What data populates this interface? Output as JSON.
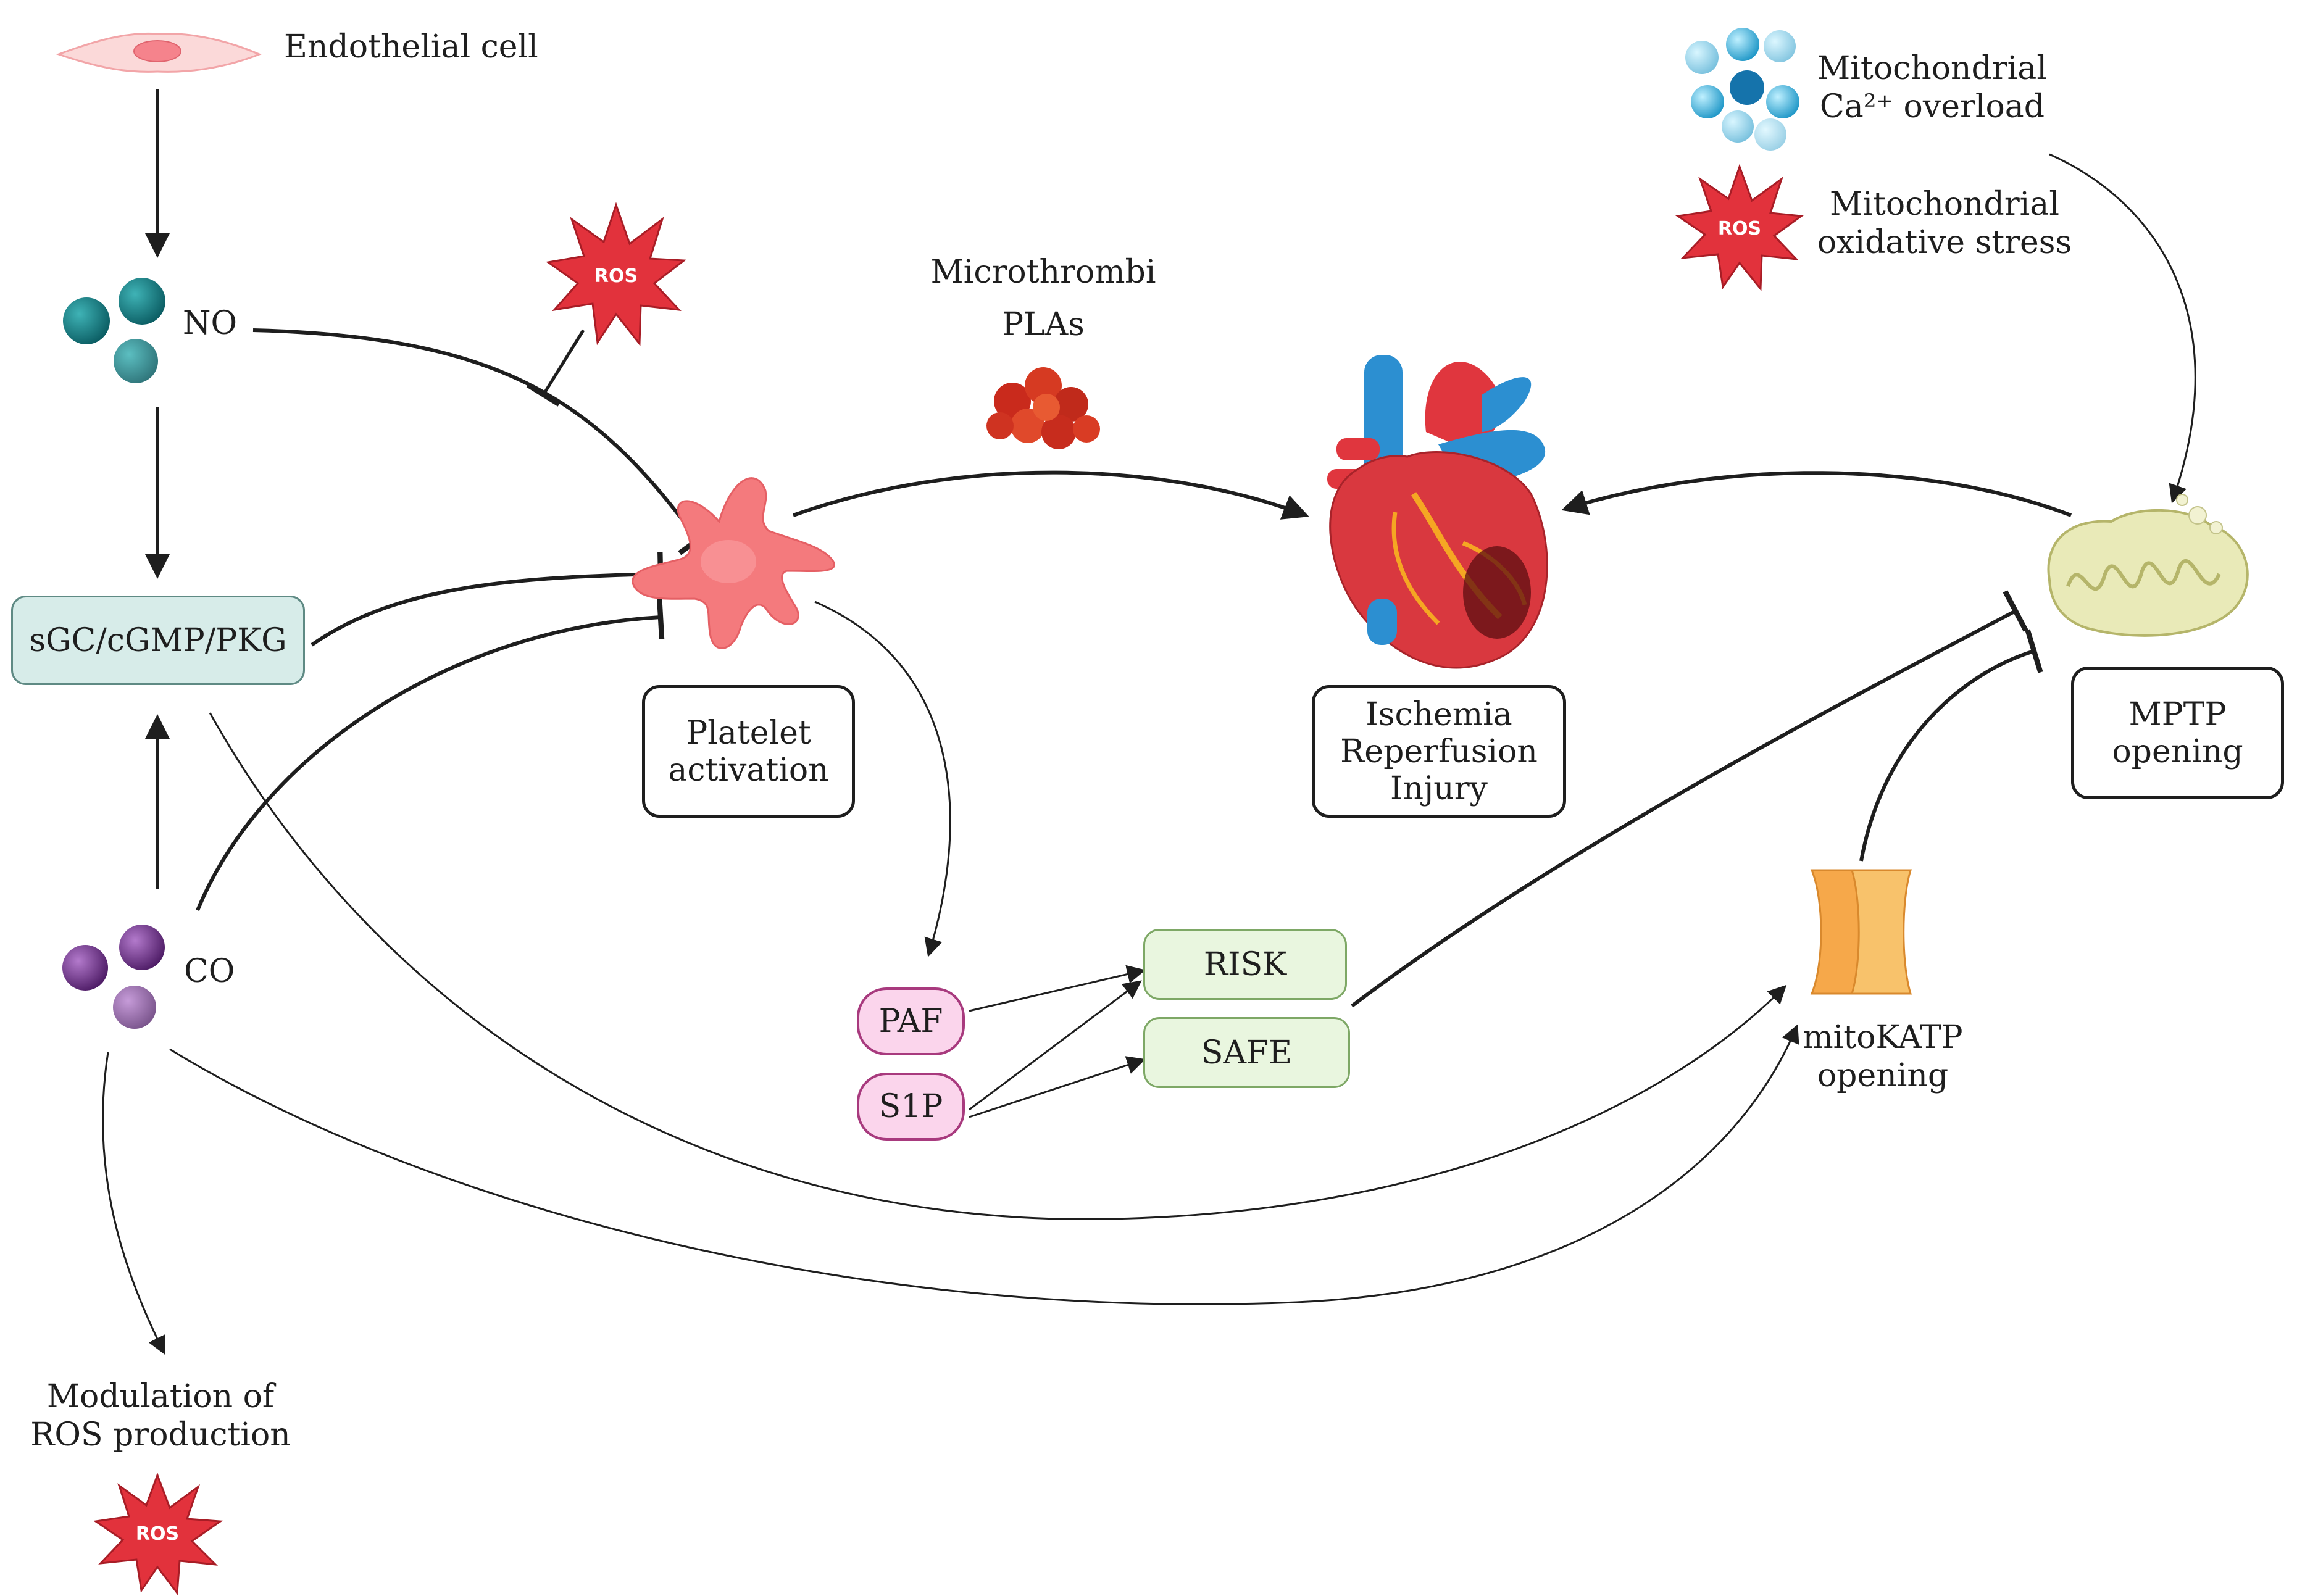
{
  "labels": {
    "endothelial_cell": "Endothelial cell",
    "no": "NO",
    "co": "CO",
    "modulation_line1": "Modulation of",
    "modulation_line2": "ROS production",
    "microthrombi": "Microthrombi",
    "plas": "PLAs",
    "mito_ca_line1": "Mitochondrial",
    "mito_ca_line2": "Ca²⁺ overload",
    "mito_ox_line1": "Mitochondrial",
    "mito_ox_line2": "oxidative stress",
    "mitokatp_line1": "mitoKATP",
    "mitokatp_line2": "opening"
  },
  "boxes": {
    "sgc": "sGC/cGMP/PKG",
    "platelet_line1": "Platelet",
    "platelet_line2": "activation",
    "iri_line1": "Ischemia",
    "iri_line2": "Reperfusion",
    "iri_line3": "Injury",
    "mptp_line1": "MPTP",
    "mptp_line2": "opening",
    "risk": "RISK",
    "safe": "SAFE",
    "paf": "PAF",
    "s1p": "S1P"
  },
  "ros_badges": {
    "ros_top": "ROS",
    "ros_mito": "ROS",
    "ros_bottom": "ROS"
  },
  "colors": {
    "no_molecule": "#0f7178",
    "co_molecule": "#6a2e82",
    "platelet": "#f47a7d",
    "ros_star": "#e2323c",
    "heart": "#d9383f",
    "vessels_blue": "#2c8fd1",
    "mitochondria": "#d8db9a",
    "katp_channel": "#f6a84a",
    "ca_ions": "#36b3dc"
  }
}
